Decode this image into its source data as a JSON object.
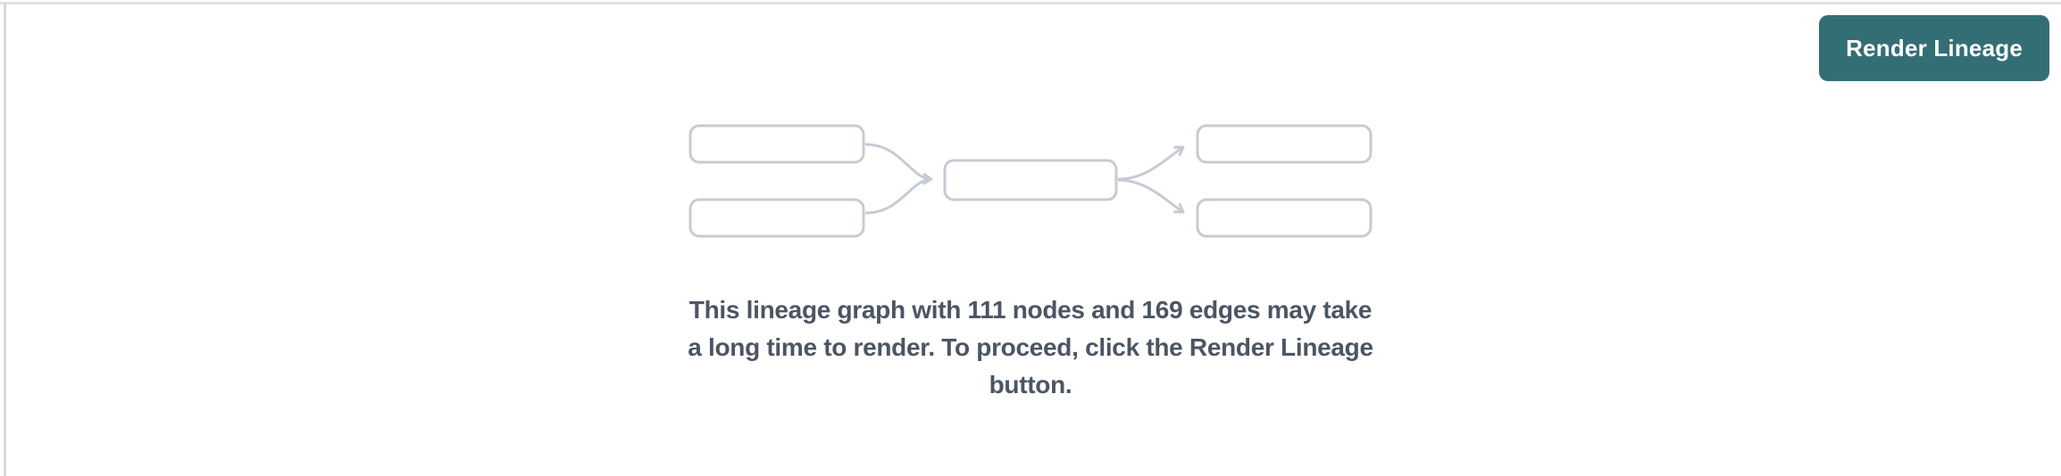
{
  "panel": {
    "top_border_color": "#e2e2e5",
    "left_border_color": "#d9d9dc",
    "background_color": "#ffffff"
  },
  "toolbar": {
    "render_lineage_button": {
      "label": "Render Lineage",
      "background_color": "#346e75",
      "text_color": "#ffffff"
    }
  },
  "empty_state": {
    "diagram": {
      "icon_name": "lineage-graph-placeholder-icon",
      "stroke_color": "#c7cbd3",
      "node_boxes_shown": 5,
      "layout": "2 source nodes -> 1 middle node -> 2 target nodes"
    },
    "message": {
      "full_text": "This lineage graph with 111 nodes and 169 edges may take a long time to render. To proceed, click the Render Lineage button.",
      "lines": [
        "This lineage graph with 111 nodes and 169 edges may take",
        "a long time to render. To proceed, click the Render Lineage",
        "button."
      ],
      "node_count": "111",
      "edge_count": "169",
      "text_color": "#4c5564"
    }
  }
}
